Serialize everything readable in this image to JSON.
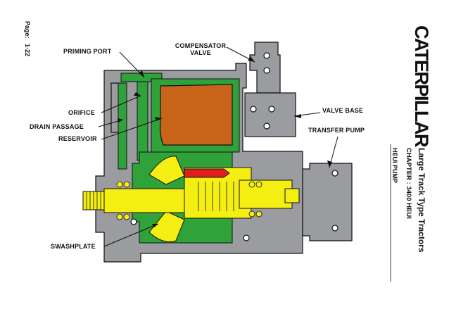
{
  "brand": "CATERPILLAR",
  "page": {
    "label": "Page:",
    "number": "1-22"
  },
  "header": {
    "title": "Large Track Type Tractors",
    "chapter": "CHAPTER : 3400 HEUI",
    "subject": "HEUI PUMP"
  },
  "callouts": {
    "compensator_line1": "COMPENSATOR",
    "compensator_line2": "VALVE",
    "priming_port": "PRIMING PORT",
    "valve_base": "VALVE BASE",
    "orifice": "ORIFICE",
    "drain_passage": "DRAIN PASSAGE",
    "transfer_pump": "TRANSFER PUMP",
    "reservoir": "RESERVOIR",
    "swashplate": "SWASHPLATE"
  },
  "colors": {
    "housing": "#9a9c9f",
    "oil_green": "#2fa33a",
    "pressure_yellow": "#f4ee12",
    "reservoir_orange": "#c8641a",
    "red": "#e01f1f",
    "outline": "#111111"
  }
}
